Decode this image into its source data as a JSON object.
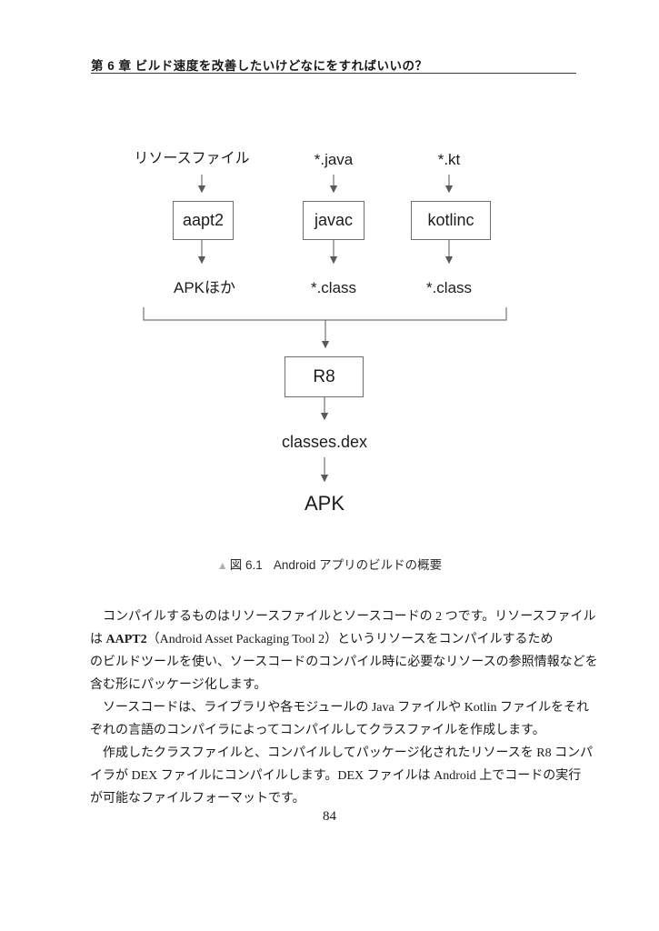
{
  "header": {
    "chapter_title": "第 6 章 ビルド速度を改善したいけどなにをすればいいの？"
  },
  "diagram": {
    "columns": [
      {
        "input": "リソースファイル",
        "tool": "aapt2",
        "output": "APKほか"
      },
      {
        "input": "*.java",
        "tool": "javac",
        "output": "*.class"
      },
      {
        "input": "*.kt",
        "tool": "kotlinc",
        "output": "*.class"
      }
    ],
    "merge": {
      "tool": "R8",
      "output": "classes.dex",
      "final": "APK"
    }
  },
  "caption": {
    "marker": "▲",
    "number": "図 6.1",
    "title": "Android アプリのビルドの概要"
  },
  "body": {
    "paragraph1": {
      "line1": "コンパイルするものはリソースファイルとソースコードの 2 つです。リソースファイル",
      "line2_pre": "は ",
      "line2_bold": "AAPT2",
      "line2_post": "（Android Asset Packaging Tool 2）というリソースをコンパイルするため",
      "line3": "のビルドツールを使い、ソースコードのコンパイル時に必要なリソースの参照情報などを",
      "line4": "含む形にパッケージ化します。"
    },
    "paragraph2": {
      "line1": "ソースコードは、ライブラリや各モジュールの Java ファイルや Kotlin ファイルをそれ",
      "line2": "ぞれの言語のコンパイラによってコンパイルしてクラスファイルを作成します。"
    },
    "paragraph3": {
      "line1": "作成したクラスファイルと、コンパイルしてパッケージ化されたリソースを R8 コンパ",
      "line2": "イラが DEX ファイルにコンパイルします。DEX ファイルは Android 上でコードの実行",
      "line3": "が可能なファイルフォーマットです。"
    }
  },
  "footer": {
    "page_number": "84"
  },
  "colors": {
    "diagram_line": "#737373",
    "box_border": "#6e6e6e",
    "caption_marker": "#b0b0b0",
    "text": "#1b1b1b"
  }
}
